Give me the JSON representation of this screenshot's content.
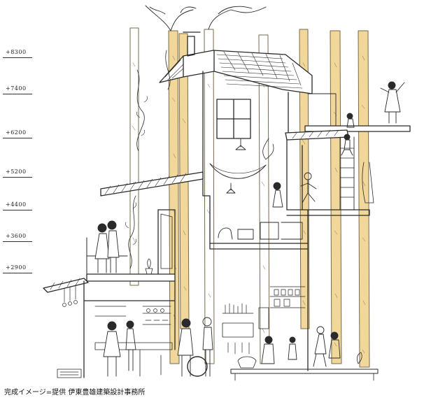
{
  "levels": [
    "+8300",
    "+7400",
    "+6200",
    "+5200",
    "+4400",
    "+3600",
    "+2900"
  ],
  "caption": "完成イメージ=提供 伊東豊雄建築設計事務所",
  "colors": {
    "ink": "#2a2a2a",
    "trunk": "#f1d79a",
    "trunk_edge": "#7a6a4a",
    "paper": "#ffffff"
  }
}
